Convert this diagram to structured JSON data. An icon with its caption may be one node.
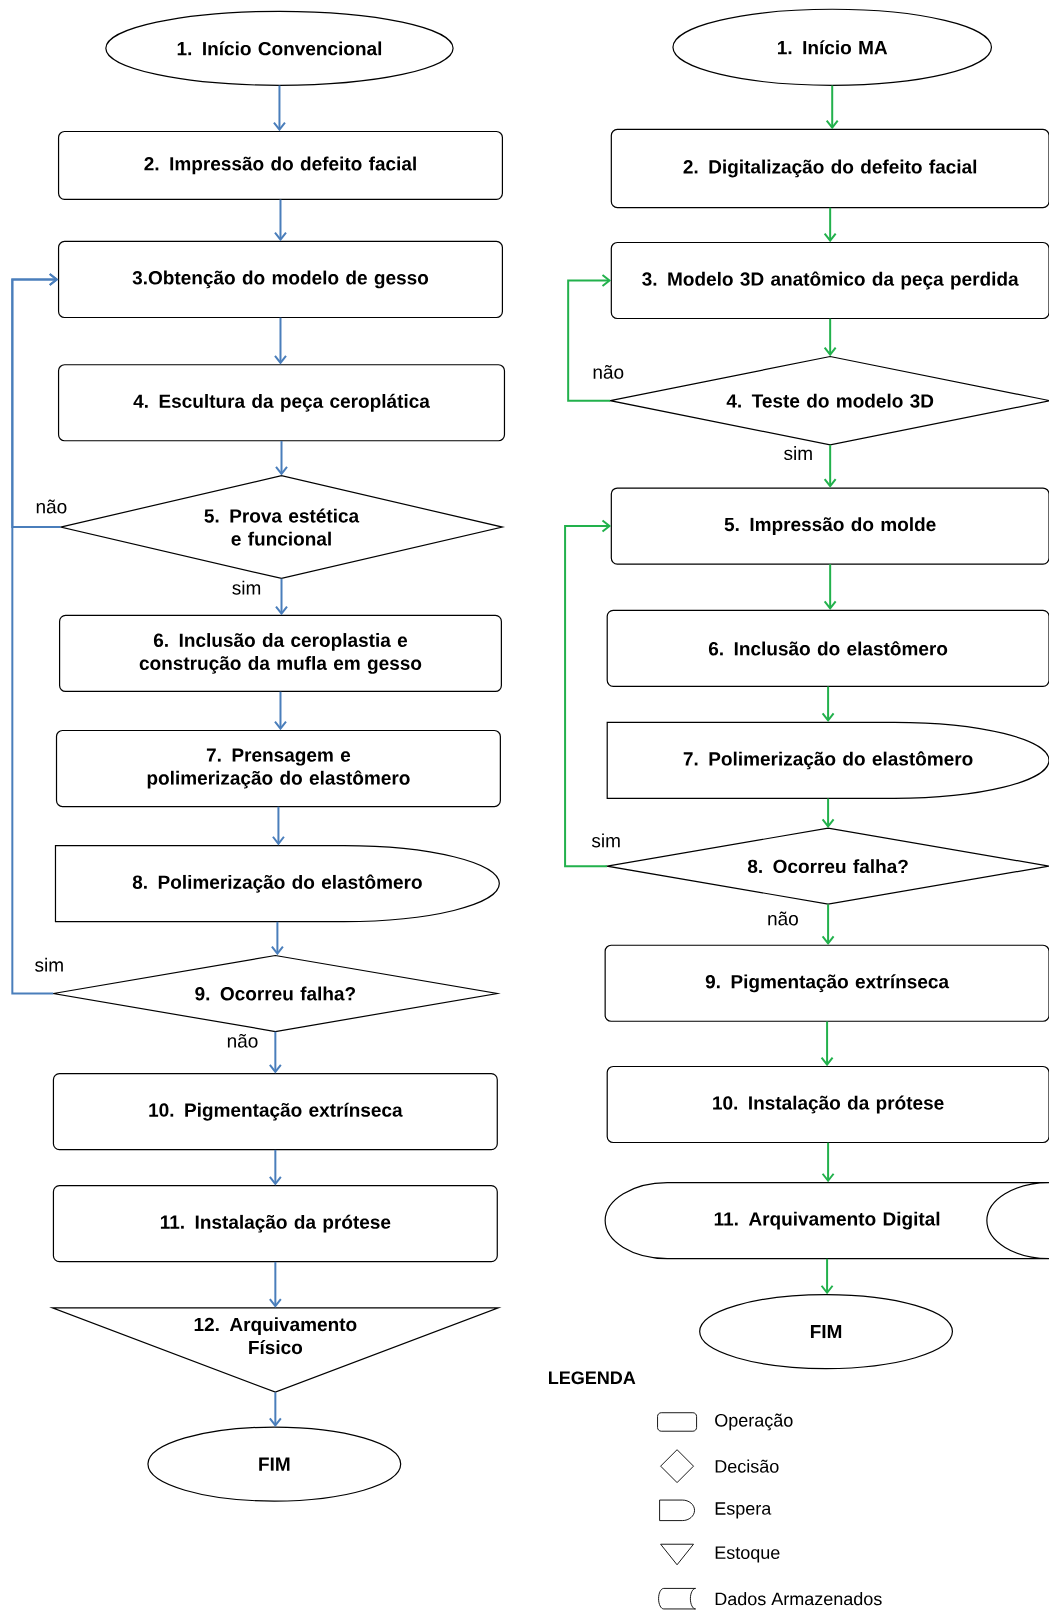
{
  "diagram": {
    "nodes": [
      {
        "text": [
          "1. Início Convencional"
        ]
      },
      {
        "text": [
          "2. Impressão do defeito facial"
        ]
      },
      {
        "text": [
          "3.Obtenção do modelo de gesso"
        ]
      },
      {
        "text": [
          "4. Escultura da peça ceroplática"
        ]
      },
      {
        "text": [
          "5. Prova estética e funcional"
        ]
      },
      {
        "text": [
          "6. Inclusão da ceroplastia e construção da mufla em gesso"
        ]
      },
      {
        "text": [
          "7. Prensagem e polimerização do elastômero"
        ]
      },
      {
        "text": [
          "8. Polimerização do elastômero"
        ]
      },
      {
        "text": [
          "9. Ocorreu falha?"
        ]
      },
      {
        "text": [
          "10. Pigmentação extrínseca"
        ]
      },
      {
        "text": [
          "11. Instalação da prótese"
        ]
      },
      {
        "text": [
          "12. Arquivamento Físico"
        ]
      },
      {
        "text": [
          "FIM"
        ]
      },
      {
        "text": [
          "1. Início MA"
        ]
      },
      {
        "text": [
          "2. Digitalização do defeito facial"
        ]
      },
      {
        "text": [
          "3. Modelo 3D anatômico da peça perdida"
        ]
      },
      {
        "text": [
          "4. Teste do modelo 3D"
        ]
      },
      {
        "text": [
          "5. Impressão do molde"
        ]
      },
      {
        "text": [
          "6. Inclusão do elastômero"
        ]
      },
      {
        "text": [
          "7. Polimerização do elastômero"
        ]
      },
      {
        "text": [
          "8. Ocorreu falha?"
        ]
      },
      {
        "text": [
          "9. Pigmentação extrínseca"
        ]
      },
      {
        "text": [
          "10. Instalação da prótese"
        ]
      },
      {
        "text": [
          "11. Arquivamento Digital"
        ]
      },
      {
        "text": [
          "FIM"
        ]
      }
    ],
    "edges": [
      {
        "from": 0,
        "to": 1,
        "arrow": "to",
        "color": "#4a7ebb"
      },
      {
        "from": 1,
        "to": 2,
        "arrow": "to",
        "color": "#4a7ebb"
      },
      {
        "from": 2,
        "to": 3,
        "arrow": "to",
        "color": "#4a7ebb"
      },
      {
        "from": 3,
        "to": 4,
        "arrow": "to",
        "color": "#4a7ebb"
      },
      {
        "from": 4,
        "to": 5,
        "arrow": "to",
        "label": "sim",
        "color": "#4a7ebb"
      },
      {
        "from": 5,
        "to": 6,
        "arrow": "to",
        "color": "#4a7ebb"
      },
      {
        "from": 6,
        "to": 7,
        "arrow": "to",
        "color": "#4a7ebb"
      },
      {
        "from": 7,
        "to": 8,
        "arrow": "to",
        "color": "#4a7ebb"
      },
      {
        "from": 8,
        "to": 9,
        "arrow": "to",
        "label": "não",
        "color": "#4a7ebb"
      },
      {
        "from": 9,
        "to": 10,
        "arrow": "to",
        "color": "#4a7ebb"
      },
      {
        "from": 10,
        "to": 11,
        "arrow": "to",
        "color": "#4a7ebb"
      },
      {
        "from": 11,
        "to": 12,
        "arrow": "to",
        "color": "#4a7ebb"
      },
      {
        "from": 4,
        "to": 2,
        "arrow": "to",
        "label": "não",
        "color": "#4a7ebb"
      },
      {
        "from": 8,
        "to": 2,
        "arrow": "to",
        "label": "sim",
        "color": "#4a7ebb"
      },
      {
        "from": 13,
        "to": 14,
        "arrow": "to",
        "color": "#22b14c"
      },
      {
        "from": 14,
        "to": 15,
        "arrow": "to",
        "color": "#22b14c"
      },
      {
        "from": 15,
        "to": 16,
        "arrow": "to",
        "color": "#22b14c"
      },
      {
        "from": 16,
        "to": 17,
        "arrow": "to",
        "label": "sim",
        "color": "#22b14c"
      },
      {
        "from": 17,
        "to": 18,
        "arrow": "to",
        "color": "#22b14c"
      },
      {
        "from": 18,
        "to": 19,
        "arrow": "to",
        "color": "#22b14c"
      },
      {
        "from": 19,
        "to": 20,
        "arrow": "to",
        "color": "#22b14c"
      },
      {
        "from": 20,
        "to": 21,
        "arrow": "to",
        "label": "não",
        "color": "#22b14c"
      },
      {
        "from": 21,
        "to": 22,
        "arrow": "to",
        "color": "#22b14c"
      },
      {
        "from": 22,
        "to": 23,
        "arrow": "to",
        "color": "#22b14c"
      },
      {
        "from": 23,
        "to": 24,
        "arrow": "to",
        "color": "#22b14c"
      },
      {
        "from": 16,
        "to": 15,
        "arrow": "to",
        "label": "não",
        "color": "#22b14c"
      },
      {
        "from": 20,
        "to": 17,
        "arrow": "to",
        "label": "sim",
        "color": "#22b14c"
      }
    ],
    "labels": [
      "LEGENDA"
    ],
    "legend": [
      {
        "text": "Operação"
      },
      {
        "text": "Decisão"
      },
      {
        "text": "Espera"
      },
      {
        "text": "Estoque"
      },
      {
        "text": "Dados Armazenados"
      }
    ]
  }
}
